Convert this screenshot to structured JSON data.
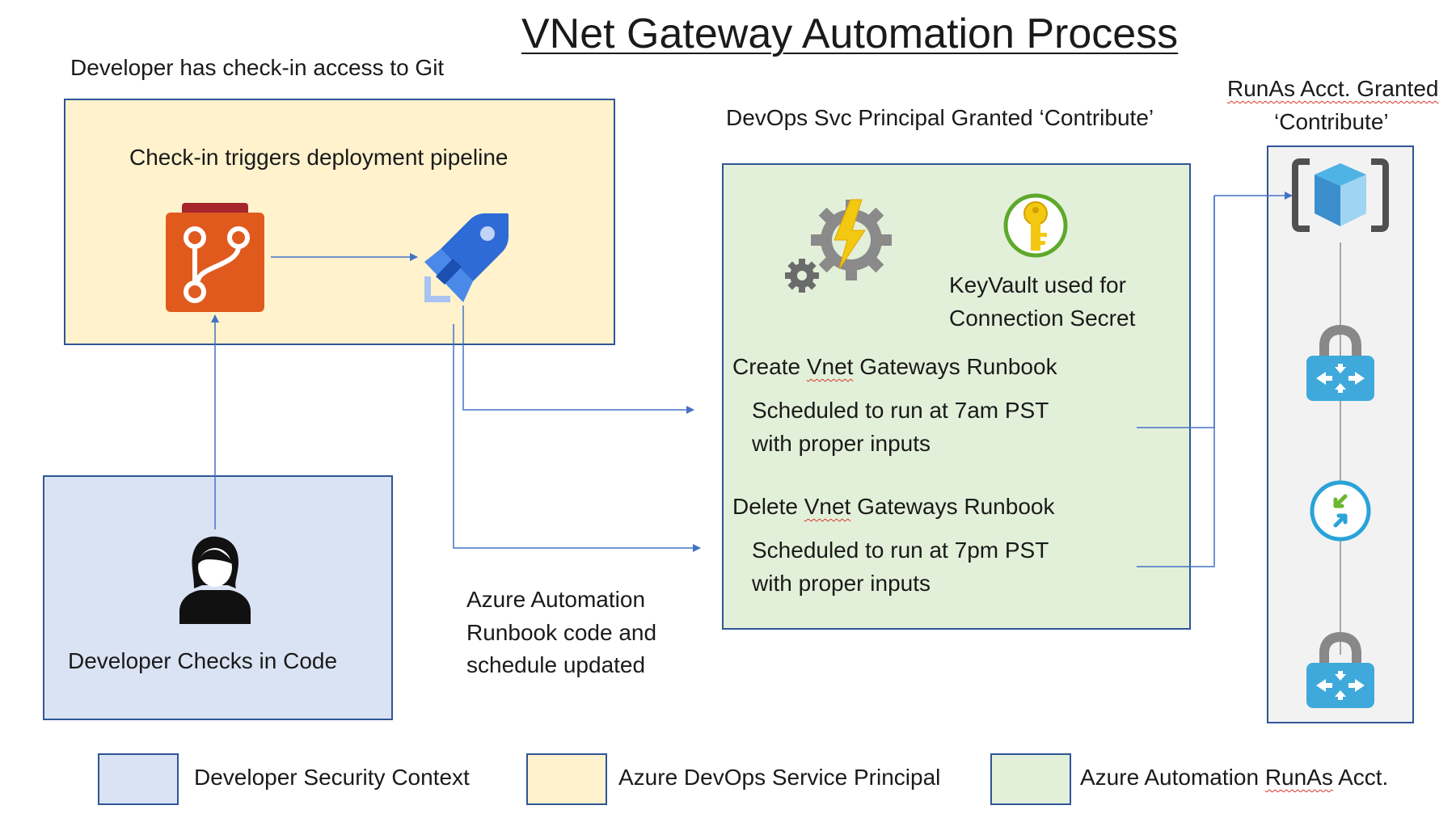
{
  "title": "VNet Gateway Automation Process",
  "labels": {
    "git_access": "Developer has check-in access to Git",
    "pipeline_trigger": "Check-in triggers deployment pipeline",
    "devops_sp_granted": "DevOps Svc Principal Granted ‘Contribute’",
    "runas_granted_line1": "RunAs Acct. Granted",
    "runas_granted_line2": "‘Contribute’",
    "keyvault_line1": "KeyVault used for",
    "keyvault_line2": "Connection Secret",
    "create_runbook_prefix": "Create ",
    "create_runbook_vnet": "Vnet",
    "create_runbook_suffix": " Gateways Runbook",
    "create_schedule_line1": "Scheduled to run at 7am PST",
    "create_schedule_line2": "with proper inputs",
    "delete_runbook_prefix": "Delete ",
    "delete_runbook_vnet": "Vnet",
    "delete_runbook_suffix": " Gateways Runbook",
    "delete_schedule_line1": "Scheduled to run at 7pm PST",
    "delete_schedule_line2": "with proper inputs",
    "runbook_update_line1": "Azure Automation",
    "runbook_update_line2": "Runbook code and",
    "runbook_update_line3": "schedule updated",
    "developer_checks_in": "Developer Checks in Code"
  },
  "legend": [
    {
      "label": "Developer Security Context",
      "color": "#dae3f3"
    },
    {
      "label": "Azure DevOps Service Principal",
      "color": "#fff2cc"
    },
    {
      "label_prefix": "Azure Automation ",
      "label_runas": "RunAs",
      "label_suffix": " Acct.",
      "color": "#e2f0d9"
    }
  ],
  "colors": {
    "developer_context": "#dae3f3",
    "devops_principal": "#fff2cc",
    "automation_runas": "#e2f0d9",
    "border": "#2f5597",
    "arrow": "#4472c4"
  },
  "icons": [
    "azure-repos-icon",
    "azure-pipelines-icon",
    "azure-automation-icon",
    "key-vault-icon",
    "developer-person-icon",
    "resource-group-icon",
    "vpn-gateway-icon",
    "connection-icon"
  ]
}
